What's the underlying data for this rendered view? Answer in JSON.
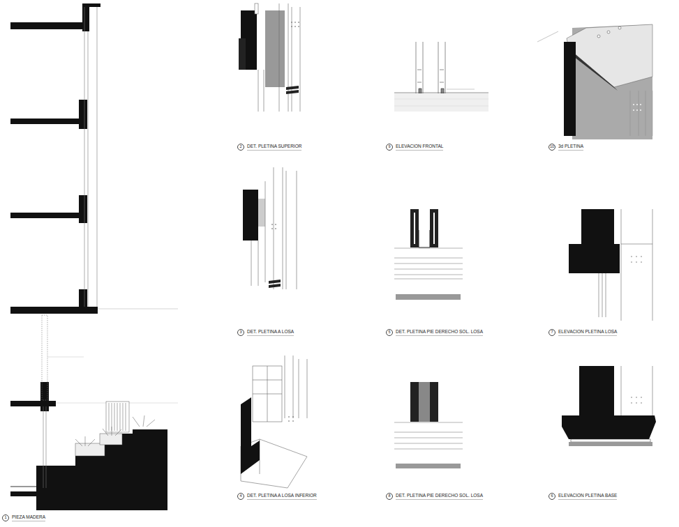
{
  "diagram": {
    "nodes": [
      {
        "text": [
          "2",
          "DET. PLETINA SUPERIOR"
        ]
      },
      {
        "text": [
          "9",
          "ELEVACION FRONTAL"
        ]
      },
      {
        "text": [
          "10",
          "3d PLETINA"
        ]
      },
      {
        "text": [
          "3",
          "DET. PLETINA A LOSA"
        ]
      },
      {
        "text": [
          "5",
          "DET. PLETINA PIE DERECHO SOL. LOSA"
        ]
      },
      {
        "text": [
          "7",
          "ELEVACION PLETINA LOSA"
        ]
      },
      {
        "text": [
          "4",
          "DET. PLETINA A LOSA INFERIOR"
        ]
      },
      {
        "text": [
          "8",
          "DET. PLETINA PIE DERECHO SOL. LOSA"
        ]
      },
      {
        "text": [
          "6",
          "ELEVACION PLETINA BASE"
        ]
      },
      {
        "text": [
          "1",
          "PIEZA MADERA"
        ]
      }
    ]
  }
}
